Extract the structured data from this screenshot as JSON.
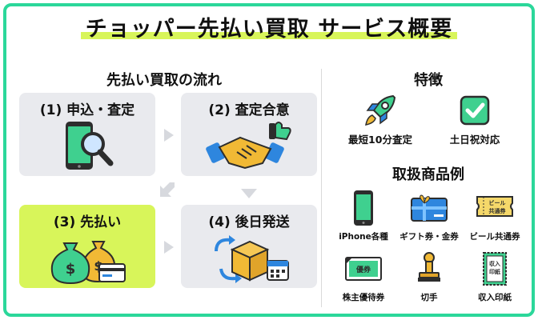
{
  "title": "チョッパー先払い買取 サービス概要",
  "flow": {
    "heading": "先払い買取の流れ",
    "steps": [
      {
        "label": "(1) 申込・査定"
      },
      {
        "label": "(2) 査定合意"
      },
      {
        "label": "(3) 先払い"
      },
      {
        "label": "(4) 後日発送"
      }
    ]
  },
  "features": {
    "heading": "特徴",
    "items": [
      {
        "label": "最短10分査定",
        "icon": "rocket-icon"
      },
      {
        "label": "土日祝対応",
        "icon": "checkbox-icon"
      }
    ]
  },
  "products": {
    "heading": "取扱商品例",
    "items": [
      {
        "label": "iPhone各種",
        "icon": "smartphone-icon"
      },
      {
        "label": "ギフト券・金券",
        "icon": "gift-card-icon"
      },
      {
        "label": "ビール共通券",
        "icon": "beer-ticket-icon"
      },
      {
        "label": "株主優待券",
        "icon": "shareholder-voucher-icon"
      },
      {
        "label": "切手",
        "icon": "stamp-icon"
      },
      {
        "label": "収入印紙",
        "icon": "revenue-stamp-icon"
      }
    ],
    "voucher_text": "優券",
    "beer_ticket_text": "ビール\n共通券",
    "revenue_stamp_text": "収入\n印紙"
  },
  "colors": {
    "accent_green": "#2bd79a",
    "highlight_yellow": "#d8f55a",
    "card_gray": "#e9eaee",
    "icon_blue": "#2e86de",
    "icon_gold": "#f1b935"
  }
}
